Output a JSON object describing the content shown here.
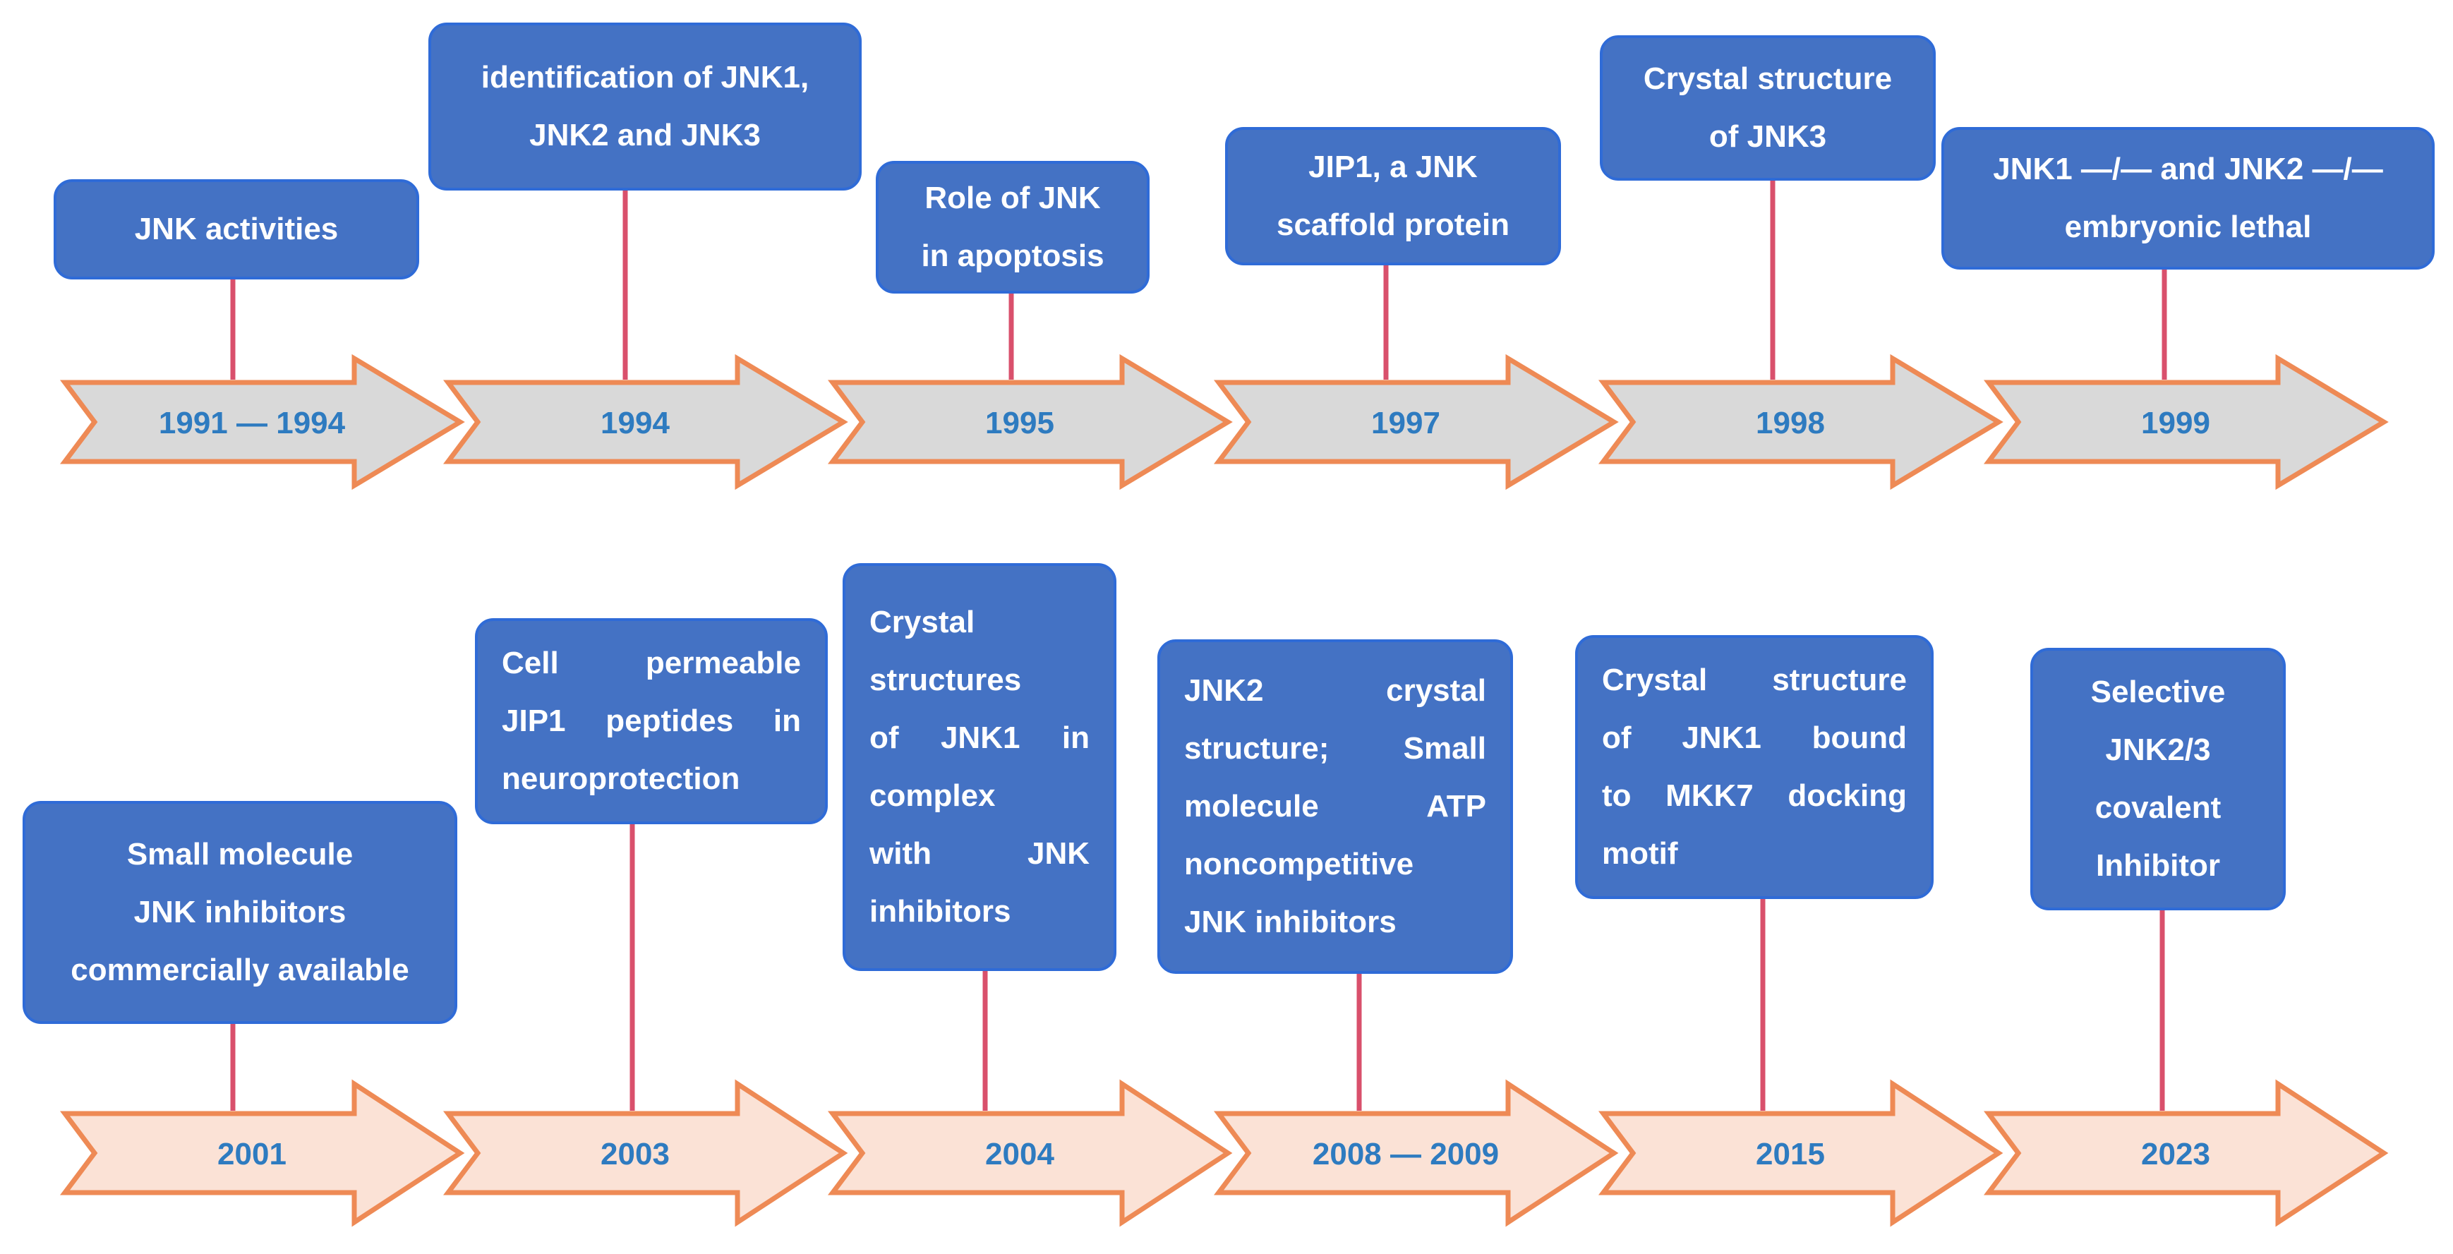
{
  "colors": {
    "box_fill": "#4472c4",
    "box_border": "#2f6bd7",
    "box_text": "#ffffff",
    "connector": "#d9506c",
    "arrow_outline": "#ee8a55",
    "arrow_fill_row1": "#d9d9d9",
    "arrow_fill_row2": "#fbe2d6",
    "year_text": "#2e7bc0"
  },
  "rows": [
    {
      "arrow_fill": "#d9d9d9",
      "events": [
        {
          "year": "1991 — 1994",
          "lines": [
            "JNK activities"
          ]
        },
        {
          "year": "1994",
          "lines": [
            "identification of  JNK1,",
            "JNK2 and JNK3"
          ]
        },
        {
          "year": "1995",
          "lines": [
            "Role of JNK",
            "in apoptosis"
          ]
        },
        {
          "year": "1997",
          "lines": [
            "JIP1, a JNK",
            "scaffold  protein"
          ]
        },
        {
          "year": "1998",
          "lines": [
            "Crystal structure",
            "of JNK3"
          ]
        },
        {
          "year": "1999",
          "lines": [
            "JNK1 —/—  and JNK2 —/—",
            "embryonic  lethal"
          ]
        }
      ]
    },
    {
      "arrow_fill": "#fbe2d6",
      "events": [
        {
          "year": "2001",
          "lines": [
            "Small molecule",
            "JNK  inhibitors",
            "commercially available"
          ]
        },
        {
          "year": "2003",
          "lines": [
            "Cell permeable",
            "JIP1 peptides in",
            "neuroprotection"
          ]
        },
        {
          "year": "2004",
          "lines": [
            "Crystal",
            "structures",
            "of JNK1 in",
            "complex",
            "with JNK",
            "inhibitors"
          ]
        },
        {
          "year": "2008 — 2009",
          "lines": [
            "JNK2 crystal",
            "structure; Small",
            "molecule ATP",
            "noncompetitive",
            "JNK inhibitors"
          ]
        },
        {
          "year": "2015",
          "lines": [
            "Crystal structure",
            "of JNK1 bound",
            "to MKK7 docking",
            "motif"
          ]
        },
        {
          "year": "2023",
          "lines": [
            "Selective",
            "JNK2/3",
            "covalent",
            "Inhibitor"
          ]
        }
      ]
    }
  ]
}
